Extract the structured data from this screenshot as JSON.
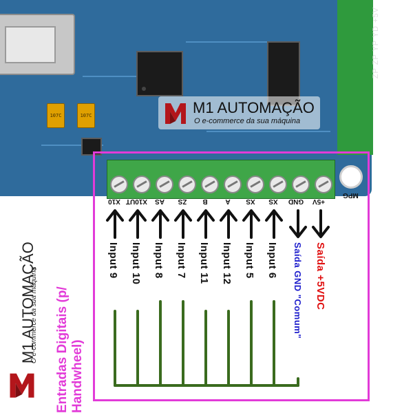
{
  "board": {
    "center_logo_brand": "M1 AUTOMAÇÃO",
    "center_logo_tagline": "O e-commerce da sua máquina",
    "left_logo_brand": "M1 AUTOMAÇÃO",
    "left_logo_tagline": "O e-commerce da sua máquina",
    "capacitor_labels": [
      "107C",
      "107C"
    ],
    "side_terminal_labels": "ZP  ZP  YP  YD  +5V",
    "connector_label": "MPG",
    "pin_labels": [
      "X10",
      "X10UT",
      "AS",
      "ZS",
      "B",
      "A",
      "XS",
      "XS",
      "GND",
      "+5V"
    ]
  },
  "annotations": {
    "inputs": [
      "Input 9",
      "Input 10",
      "Input 8",
      "Input 7",
      "Input 11",
      "Input 12",
      "Input 5",
      "Input 6"
    ],
    "gnd_label": "Saída GND \"Comum\"",
    "vcc_label": "Saída +5VDC",
    "digital_inputs_title": "Entradas Digitais (p/ Handwheel)"
  },
  "colors": {
    "pcb": "#2f6b9c",
    "terminal_block": "#3fa648",
    "frame": "#e23bd8",
    "gnd_text": "#1c1ccc",
    "vcc_text": "#e01010",
    "wire": "#3a6b1e"
  },
  "icons": {
    "arrow_up": "arrow-up-icon",
    "arrow_down": "arrow-down-icon",
    "logo": "m1-logo-icon"
  }
}
